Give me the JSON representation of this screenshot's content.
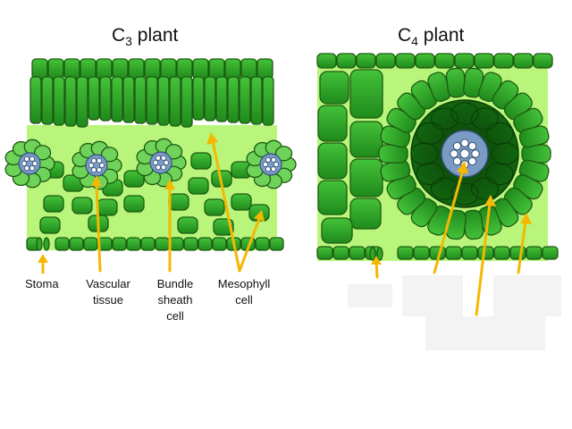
{
  "figure": {
    "left_panel": {
      "title_main": "C",
      "title_sub": "3",
      "title_rest": " plant"
    },
    "right_panel": {
      "title_main": "C",
      "title_sub": "4",
      "title_rest": " plant"
    },
    "labels": {
      "stoma": "Stoma",
      "vascular_line1": "Vascular",
      "vascular_line2": "tissue",
      "bundle_line1": "Bundle",
      "bundle_line2": "sheath",
      "bundle_line3": "cell",
      "mesophyll_line1": "Mesophyll",
      "mesophyll_line2": "cell"
    },
    "colors": {
      "cell_green": "#2fa82a",
      "cell_dark": "#0f5a0d",
      "airspace": "#b8f57a",
      "vascular": "#7a9cc4",
      "arrow": "#f5b800"
    }
  }
}
